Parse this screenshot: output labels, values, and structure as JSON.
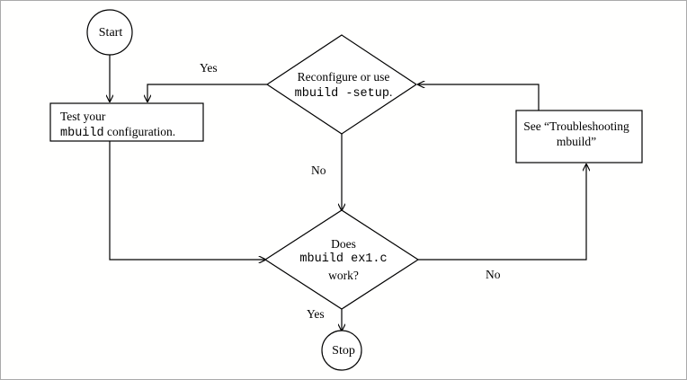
{
  "diagram": {
    "title": "mbuild configuration troubleshooting flowchart",
    "stroke_color": "#000000",
    "background_color": "#fffffe",
    "border_color": "#aaaaaa"
  },
  "nodes": {
    "start": {
      "shape": "terminator-circle",
      "label": "Start"
    },
    "stop": {
      "shape": "terminator-circle",
      "label": "Stop"
    },
    "test_config": {
      "shape": "process-box",
      "line1": "Test your",
      "line2_mono": "mbuild",
      "line2_rest": " configuration."
    },
    "reconfigure": {
      "shape": "decision-diamond",
      "line1": "Reconfigure or use",
      "line2_mono": "mbuild -setup",
      "line2_rest": "."
    },
    "troubleshooting": {
      "shape": "process-box",
      "line1": "See “Troubleshooting",
      "line2": "mbuild”"
    },
    "does_work": {
      "shape": "decision-diamond",
      "line1": "Does",
      "line2_mono": "mbuild ex1.c",
      "line3": "work?"
    }
  },
  "edge_labels": {
    "yes_top": "Yes",
    "no_middle": "No",
    "no_right": "No",
    "yes_bottom": "Yes"
  }
}
